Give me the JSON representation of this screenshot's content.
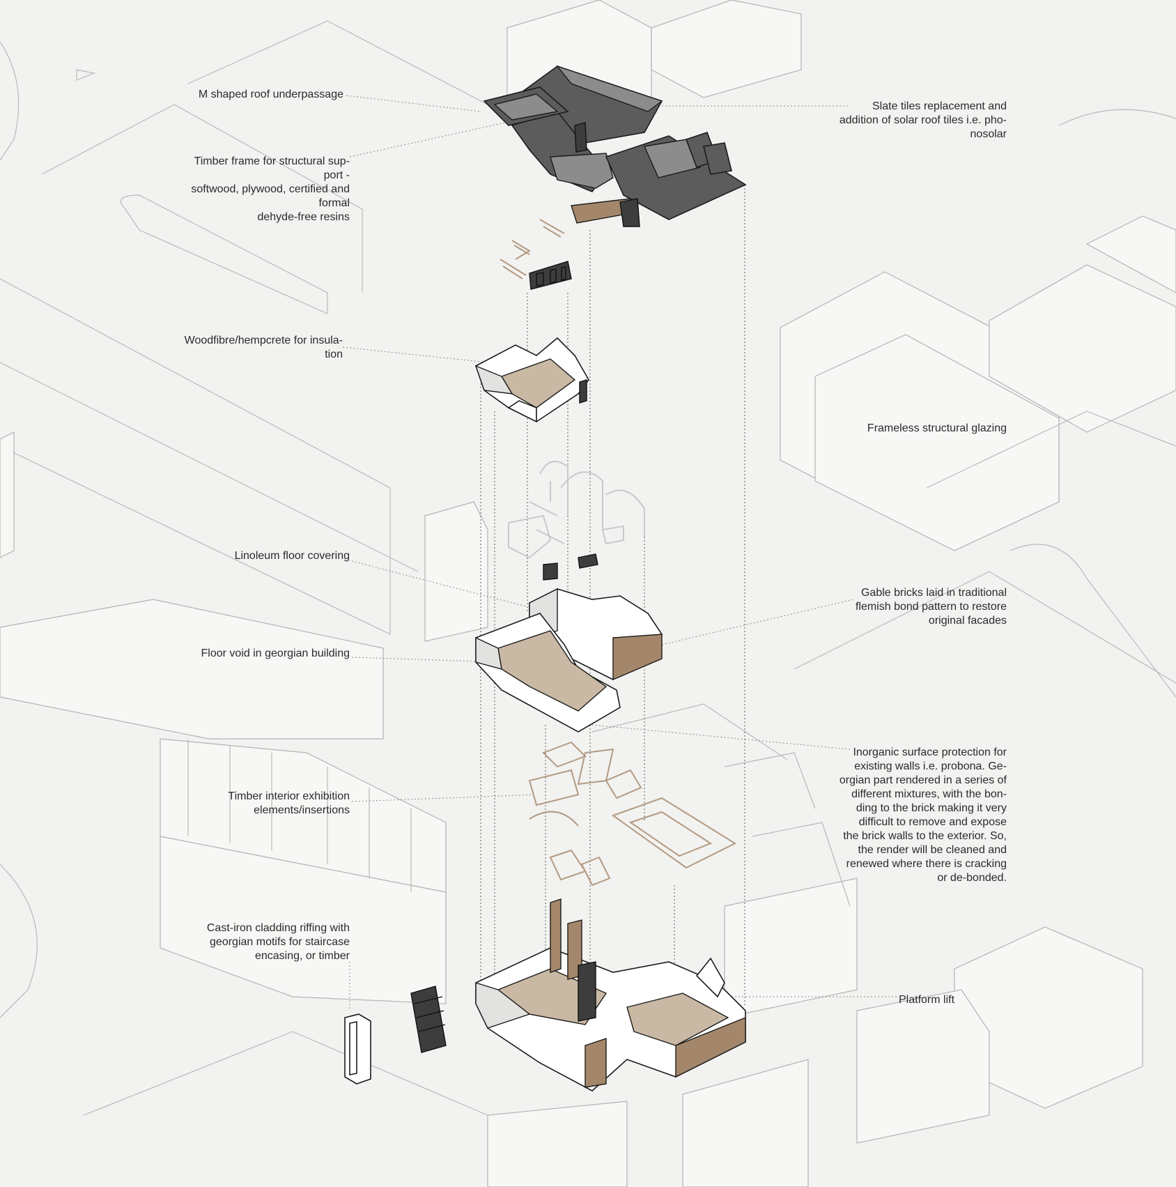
{
  "labels": {
    "m_roof": "M shaped roof underpassage",
    "slate_tiles": "Slate tiles replacement and\naddition of solar roof tiles i.e. pho-\nnosolar",
    "timber_frame": "Timber frame for structural sup-\nport -\nsoftwood, plywood, certified and\nformal\ndehyde-free resins",
    "woodfibre": "Woodfibre/hempcrete for insula-\ntion",
    "frameless_glazing": "Frameless structural glazing",
    "linoleum": "Linoleum floor covering",
    "gable_bricks": "Gable bricks laid in traditional\nflemish bond pattern  to restore\noriginal facades",
    "floor_void": "Floor void in georgian building",
    "inorganic": "Inorganic surface protection for\nexisting walls  i.e. probona.  Ge-\norgian part rendered in a series of\ndifferent mixtures, with the bon-\nding to the brick making it very\ndifficult to remove and expose\nthe brick walls to the exterior. So,\nthe render will be cleaned and\nrenewed where there is cracking\nor de-bonded.",
    "timber_interior": "Timber interior exhibition\nelements/insertions",
    "cast_iron": "Cast-iron cladding riffing with\ngeorgian motifs for staircase\nencasing, or timber",
    "platform_lift": "Platform lift"
  },
  "colors": {
    "background": "#f2f2f0",
    "roof": "#5c5c5c",
    "floor": "#c9b9a4",
    "brick": "#a4876a",
    "timber": "#b39a82",
    "context_lines": "#b9b9b9"
  }
}
